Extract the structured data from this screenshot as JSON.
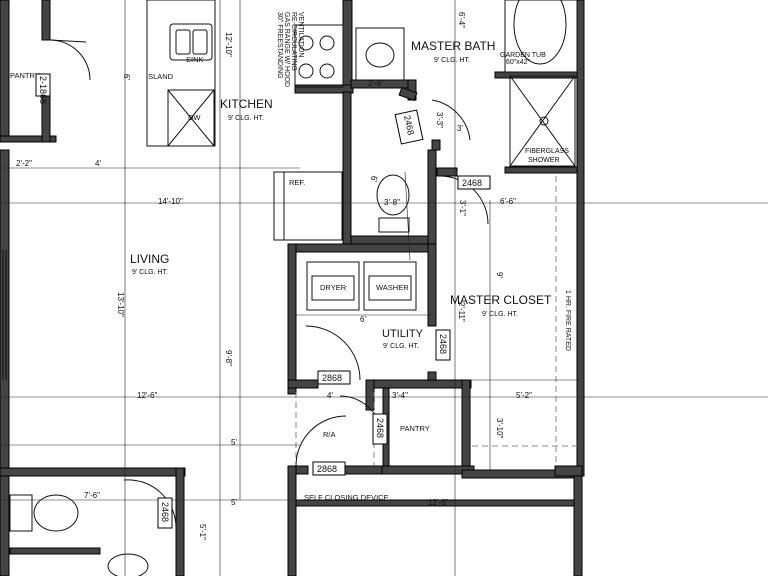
{
  "rooms": {
    "pantry_left": "PANTRY",
    "island": "ISLAND",
    "sink": "SINK",
    "dw": "DW",
    "kitchen": "KITCHEN",
    "kitchen_clg": "9' CLG. HT.",
    "range_note": [
      "30\" FREESTANDING",
      "GAS RANGE W/ HOOD",
      "RE-CIRCULATING",
      "VENTILATION"
    ],
    "master_bath": "MASTER BATH",
    "master_bath_clg": "9' CLG. HT.",
    "garden_tub": "GARDEN TUB",
    "garden_tub_size": "60\"x42\"",
    "fiberglass": "FIBERGLASS",
    "shower": "SHOWER",
    "ref": "REF.",
    "living": "LIVING",
    "living_clg": "9' CLG. HT.",
    "dryer": "DRYER",
    "washer": "WASHER",
    "utility": "UTILITY",
    "utility_clg": "9' CLG. HT.",
    "master_closet": "MASTER CLOSET",
    "master_closet_clg": "9' CLG. HT.",
    "fire_rated": "1 HR. FIRE RATED",
    "pantry_small": "PANTRY",
    "ra": "R/A",
    "self_closing": "SELF CLOSING DEVICE"
  },
  "doors": {
    "d1": "2-1868",
    "d2": "2468",
    "d3": "2468",
    "d4": "2468",
    "d5": "2868",
    "d6": "2468",
    "d7": "2868",
    "d8": "2468"
  },
  "dims": {
    "k_12_10": "12'-10\"",
    "k_6": "6'",
    "mb_6_4": "6'-4\"",
    "mb_2_8": "2'-8\"",
    "mb_3_3": "3'-3\"",
    "mb_3": "3'",
    "d_2_2": "2'-2\"",
    "d_4": "4'",
    "d_14_10": "14'-10\"",
    "d_6a": "6'",
    "d_3_8": "3'-8\"",
    "d_3_1": "3'-1\"",
    "d_6_6": "6'-6\"",
    "d_13_10": "13'-10\"",
    "d_9": "9'",
    "d_6b": "6'",
    "d_2_11": "2'-11\"",
    "d_9_8": "9'-8\"",
    "d_12_6a": "12'-6\"",
    "d_4b": "4'",
    "d_3_4": "3'-4\"",
    "d_5_2": "5'-2\"",
    "d_3_10": "3'-10\"",
    "d_5a": "5'",
    "d_7_6": "7'-6\"",
    "d_5b": "5'",
    "d_12_6b": "12'-6\"",
    "d_5_1": "5'-1\""
  }
}
